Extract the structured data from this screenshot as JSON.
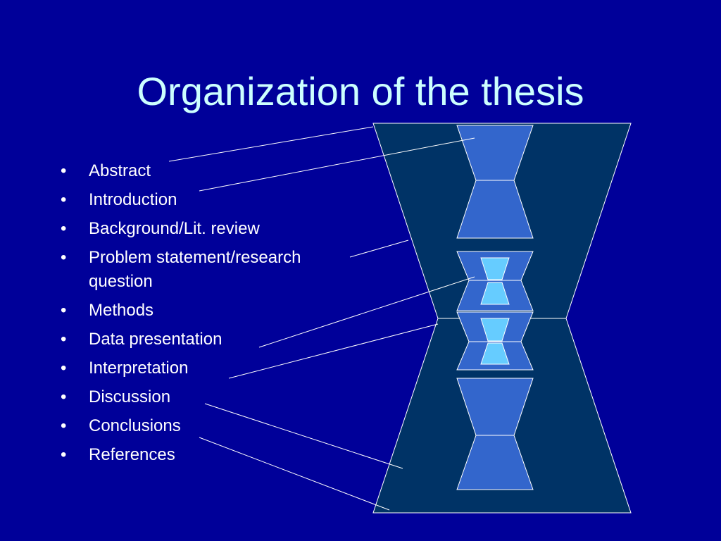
{
  "slide": {
    "title": "Organization of the thesis",
    "bullet_symbol": "•",
    "items": [
      "Abstract",
      "Introduction",
      "Background/Lit. review",
      "Problem statement/research question",
      "Methods",
      "Data presentation",
      "Interpretation",
      "Discussion",
      "Conclusions",
      "References"
    ]
  },
  "colors": {
    "background": "#000099",
    "title": "#ccffff",
    "text": "#ffffff",
    "outer_shape": "#003366",
    "inner_shape": "#3366cc",
    "small_shape": "#66ccff",
    "connector_lines": "#ffffff"
  }
}
